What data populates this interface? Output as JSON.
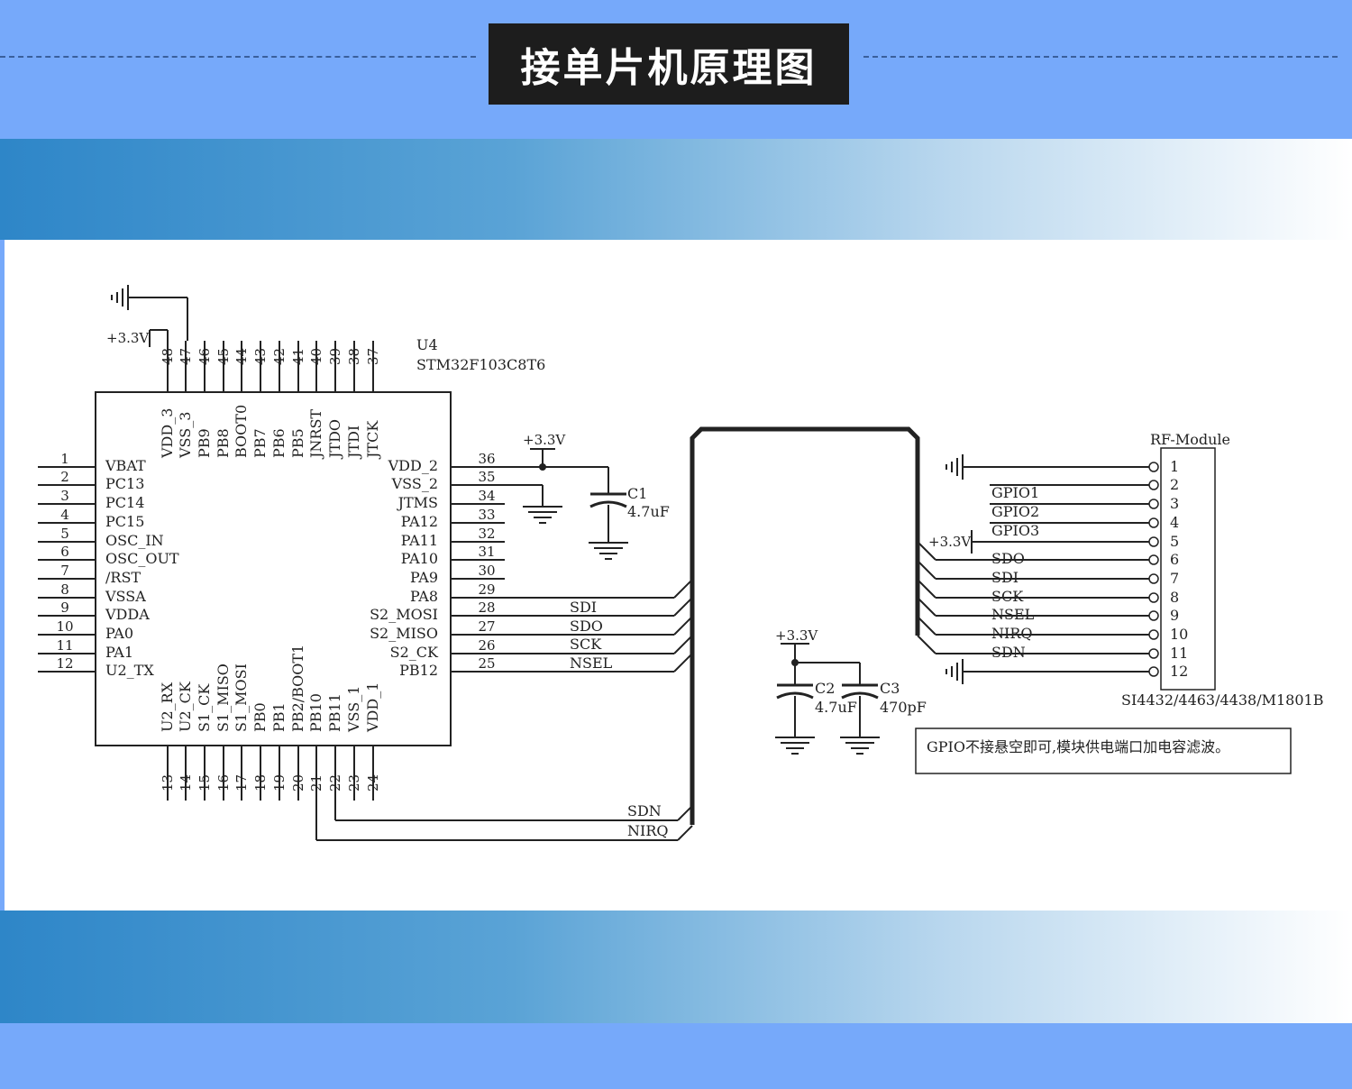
{
  "header": {
    "title": "接单片机原理图"
  },
  "mcu": {
    "ref": "U4",
    "part": "STM32F103C8T6",
    "left_pins": [
      {
        "num": "1",
        "name": "VBAT"
      },
      {
        "num": "2",
        "name": "PC13"
      },
      {
        "num": "3",
        "name": "PC14"
      },
      {
        "num": "4",
        "name": "PC15"
      },
      {
        "num": "5",
        "name": "OSC_IN"
      },
      {
        "num": "6",
        "name": "OSC_OUT"
      },
      {
        "num": "7",
        "name": "/RST"
      },
      {
        "num": "8",
        "name": "VSSA"
      },
      {
        "num": "9",
        "name": "VDDA"
      },
      {
        "num": "10",
        "name": "PA0"
      },
      {
        "num": "11",
        "name": "PA1"
      },
      {
        "num": "12",
        "name": "U2_TX"
      }
    ],
    "right_pins": [
      {
        "num": "36",
        "name": "VDD_2"
      },
      {
        "num": "35",
        "name": "VSS_2"
      },
      {
        "num": "34",
        "name": "JTMS"
      },
      {
        "num": "33",
        "name": "PA12"
      },
      {
        "num": "32",
        "name": "PA11"
      },
      {
        "num": "31",
        "name": "PA10"
      },
      {
        "num": "30",
        "name": "PA9"
      },
      {
        "num": "29",
        "name": "PA8"
      },
      {
        "num": "28",
        "name": "S2_MOSI"
      },
      {
        "num": "27",
        "name": "S2_MISO"
      },
      {
        "num": "26",
        "name": "S2_CK"
      },
      {
        "num": "25",
        "name": "PB12"
      }
    ],
    "top_pins": [
      {
        "num": "48",
        "name": "VDD_3"
      },
      {
        "num": "47",
        "name": "VSS_3"
      },
      {
        "num": "46",
        "name": "PB9"
      },
      {
        "num": "45",
        "name": "PB8"
      },
      {
        "num": "44",
        "name": "BOOT0"
      },
      {
        "num": "43",
        "name": "PB7"
      },
      {
        "num": "42",
        "name": "PB6"
      },
      {
        "num": "41",
        "name": "PB5"
      },
      {
        "num": "40",
        "name": "JNRST"
      },
      {
        "num": "39",
        "name": "JTDO"
      },
      {
        "num": "38",
        "name": "JTDI"
      },
      {
        "num": "37",
        "name": "JTCK"
      }
    ],
    "bottom_pins": [
      {
        "num": "13",
        "name": "U2_RX"
      },
      {
        "num": "14",
        "name": "U2_CK"
      },
      {
        "num": "15",
        "name": "S1_CK"
      },
      {
        "num": "16",
        "name": "S1_MISO"
      },
      {
        "num": "17",
        "name": "S1_MOSI"
      },
      {
        "num": "18",
        "name": "PB0"
      },
      {
        "num": "19",
        "name": "PB1"
      },
      {
        "num": "20",
        "name": "PB2/BOOT1"
      },
      {
        "num": "21",
        "name": "PB10"
      },
      {
        "num": "22",
        "name": "PB11"
      },
      {
        "num": "23",
        "name": "VSS_1"
      },
      {
        "num": "24",
        "name": "VDD_1"
      }
    ]
  },
  "nets": {
    "right": [
      "SDI",
      "SDO",
      "SCK",
      "NSEL"
    ],
    "bottom": [
      "SDN",
      "NIRQ"
    ]
  },
  "power": {
    "vcc": "+3.3V"
  },
  "capacitors": [
    {
      "ref": "C1",
      "value": "4.7uF"
    },
    {
      "ref": "C2",
      "value": "4.7uF"
    },
    {
      "ref": "C3",
      "value": "470pF"
    }
  ],
  "module": {
    "title": "RF-Module",
    "part": "SI4432/4463/4438/M1801B",
    "pins": [
      {
        "num": "1",
        "name": ""
      },
      {
        "num": "2",
        "name": "GPIO1"
      },
      {
        "num": "3",
        "name": "GPIO2"
      },
      {
        "num": "4",
        "name": "GPIO3"
      },
      {
        "num": "5",
        "name": ""
      },
      {
        "num": "6",
        "name": "SDO"
      },
      {
        "num": "7",
        "name": "SDI"
      },
      {
        "num": "8",
        "name": "SCK"
      },
      {
        "num": "9",
        "name": "NSEL"
      },
      {
        "num": "10",
        "name": "NIRQ"
      },
      {
        "num": "11",
        "name": "SDN"
      },
      {
        "num": "12",
        "name": ""
      }
    ]
  },
  "note": "GPIO不接悬空即可,模块供电端口加电容滤波。"
}
